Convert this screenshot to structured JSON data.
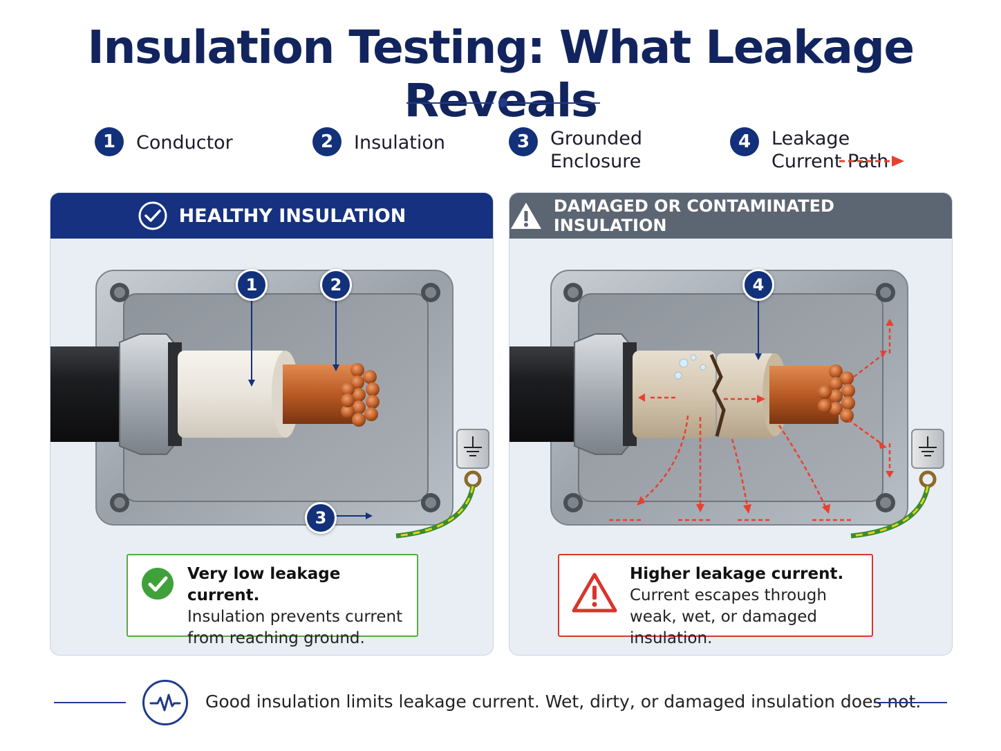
{
  "title": "Insulation Testing: What Leakage Reveals",
  "legend": [
    {
      "number": "1",
      "label": "Conductor"
    },
    {
      "number": "2",
      "label": "Insulation"
    },
    {
      "number": "3",
      "label": "Grounded Enclosure"
    },
    {
      "number": "4",
      "label": "Leakage Current Path"
    }
  ],
  "panels": {
    "healthy": {
      "heading": "HEALTHY INSULATION",
      "callout_title": "Very low leakage current.",
      "callout_body": "Insulation prevents current from reaching ground.",
      "markers": [
        "1",
        "2",
        "3"
      ]
    },
    "damaged": {
      "heading": "DAMAGED OR CONTAMINATED INSULATION",
      "callout_title": "Higher leakage current.",
      "callout_body": "Current escapes through weak, wet, or damaged insulation.",
      "markers": [
        "4"
      ]
    }
  },
  "footer": {
    "text": "Good insulation limits leakage current. Wet, dirty, or damaged insulation does not.",
    "icon": "waveform-icon"
  },
  "colors": {
    "navy": "#13307a",
    "good": "#58a845",
    "bad": "#d9352b",
    "leakage_arrow": "#e8402f",
    "copper": "#c0602a"
  }
}
